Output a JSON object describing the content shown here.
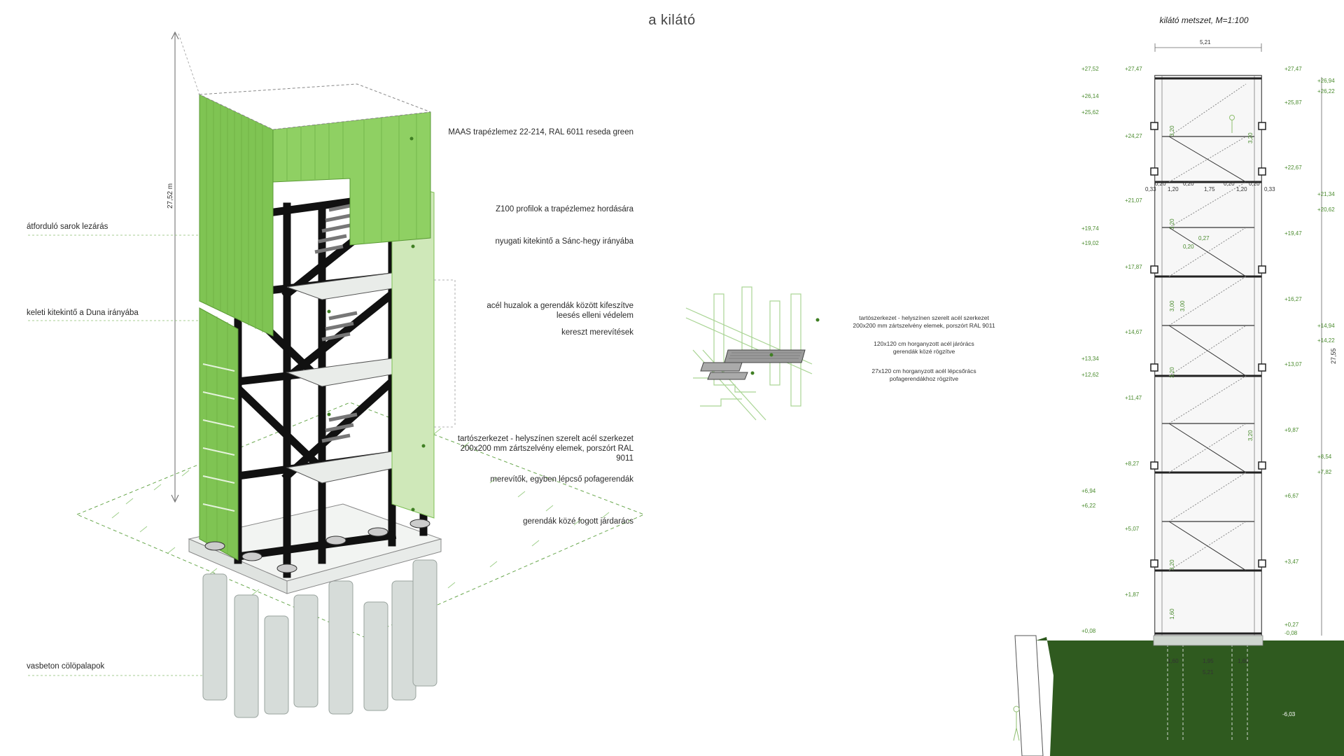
{
  "title": "a kilátó",
  "axon": {
    "height_dim": "27,52 m",
    "left_labels": [
      "átforduló sarok lezárás",
      "keleti kitekintő a Duna irányába",
      "vasbeton cölöpalapok"
    ],
    "right_labels": [
      "MAAS trapézlemez 22-214, RAL 6011 reseda green",
      "Z100 profilok a trapézlemez hordására",
      "nyugati kitekintő a Sánc-hegy irányába",
      "acél huzalok a gerendák között kifeszítve\nleesés elleni védelem",
      "kereszt merevítések",
      "tartószerkezet - helyszínen szerelt acél szerkezet\n200x200 mm zártszelvény elemek, porszórt RAL 9011",
      "merevítők, egyben lépcső pofagerendák",
      "gerendák közé fogott járdarács"
    ]
  },
  "detail": {
    "labels": [
      "tartószerkezet - helyszínen szerelt acél szerkezet\n200x200 mm zártszelvény elemek, porszórt RAL 9011",
      "120x120 cm horganyzott acél járórács\ngerendák közé rögzítve",
      "27x120 cm horganyzott acél lépcsőrács\npofagerendákhoz rögzítve"
    ]
  },
  "section": {
    "title": "kilátó metszet, M=1:100",
    "width_dim": "5,21",
    "height_dim": "27,55",
    "levels_left_outer": [
      "+27,52",
      "+26,14",
      "+25,62",
      "+19,74",
      "+19,02",
      "+13,34",
      "+12,62",
      "+6,94",
      "+6,22",
      "+0,08"
    ],
    "levels_left_inner": [
      "+27,47",
      "+24,27",
      "+21,07",
      "+17,87",
      "+14,67",
      "+11,47",
      "+8,27",
      "+5,07",
      "+1,87"
    ],
    "levels_right_inner": [
      "+27,47",
      "+25,87",
      "+22,67",
      "+19,47",
      "+16,27",
      "+13,07",
      "+9,87",
      "+6,67",
      "+3,47",
      "+0,27",
      "-0,08"
    ],
    "levels_right_outer": [
      "+26,94",
      "+26,22",
      "+21,34",
      "+20,62",
      "+14,94",
      "+14,22",
      "+8,54",
      "+7,82"
    ],
    "flight_dims": [
      "3,20",
      "3,20",
      "3,20",
      "3,00",
      "3,00",
      "3,20",
      "3,20",
      "3,20",
      "1,60"
    ],
    "stair_detail_dims": [
      "0,33",
      "0,20",
      "1,20",
      "0,20",
      "1,75",
      "0,20",
      "1,20",
      "0,20",
      "0,33",
      "0,27",
      "0,20"
    ],
    "foundation_dims": [
      "1,60",
      "1,95",
      "1,60"
    ],
    "foundation_width": "5,21",
    "foundation_level": "-6,03"
  }
}
